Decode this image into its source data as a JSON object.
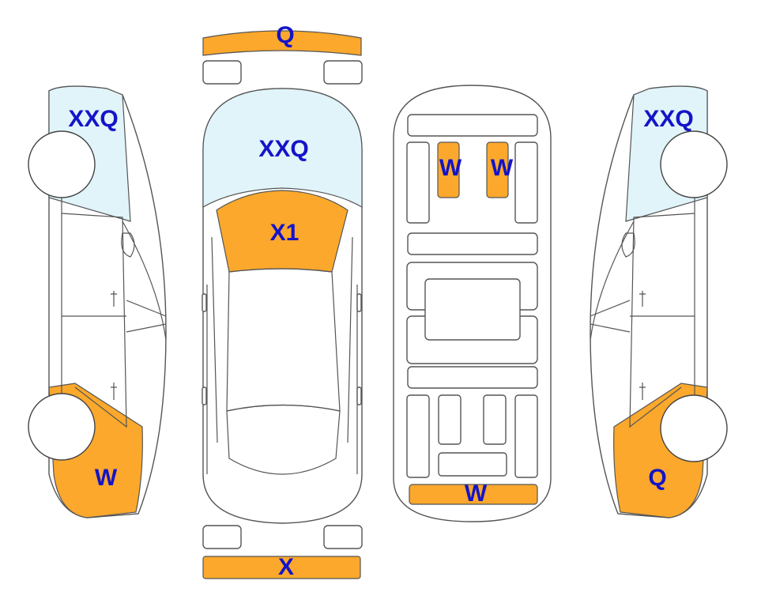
{
  "colors": {
    "damage_orange": "#FBA82C",
    "glass_blue": "#E0F4FA",
    "label_blue": "#1414C8",
    "outline": "#555555"
  },
  "labels": {
    "front_bumper": "Q",
    "hood": "XXQ",
    "windshield": "X1",
    "rear_bumper": "X",
    "roof_rail_left": "W",
    "roof_rail_right": "W",
    "trunk_floor": "W",
    "left_front_fender": "XXQ",
    "left_rear_quarter": "W",
    "right_front_fender": "XXQ",
    "right_rear_quarter": "Q"
  }
}
